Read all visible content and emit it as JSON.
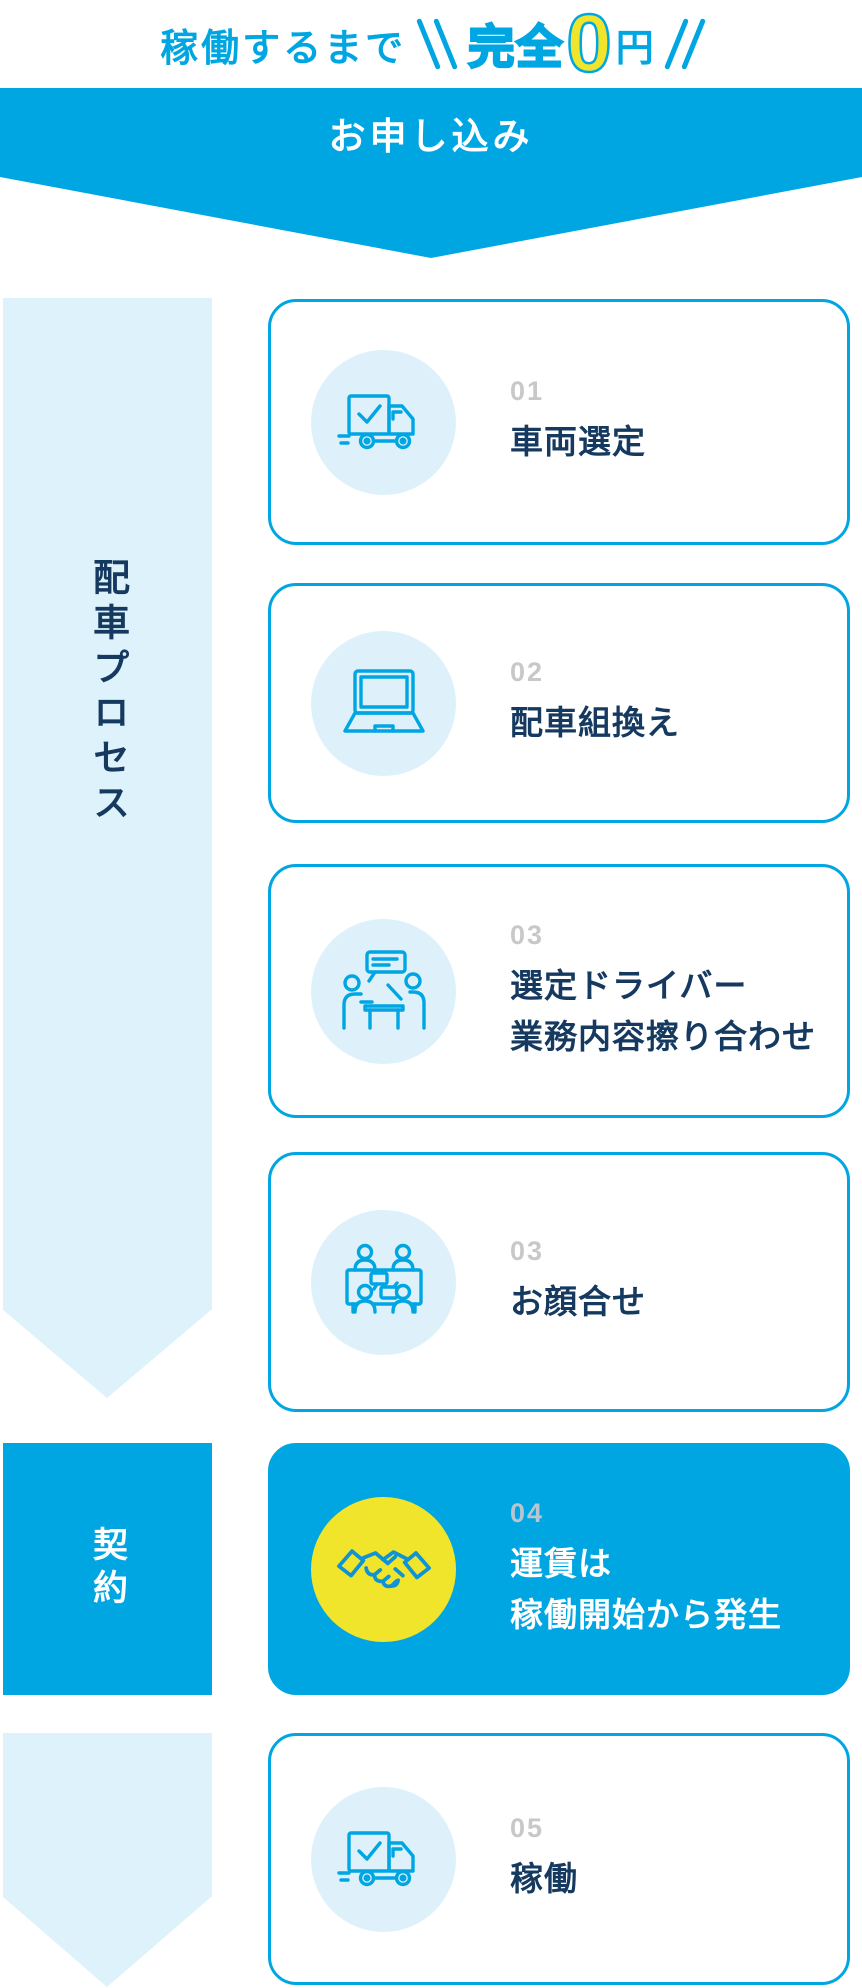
{
  "header": {
    "lead": "稼働するまで",
    "highlight": "完全",
    "zero_digit": "0",
    "unit": "円"
  },
  "banner": {
    "label": "お申し込み"
  },
  "left_rail": {
    "process_label": "配車プロセス",
    "contract_label": "契約"
  },
  "steps": [
    {
      "number": "01",
      "lines": [
        "車両選定"
      ],
      "icon": "truck-check-icon"
    },
    {
      "number": "02",
      "lines": [
        "配車組換え"
      ],
      "icon": "laptop-icon"
    },
    {
      "number": "03",
      "lines": [
        "選定ドライバー",
        "業務内容擦り合わせ"
      ],
      "icon": "discussion-icon"
    },
    {
      "number": "03",
      "lines": [
        "お顔合せ"
      ],
      "icon": "meeting-icon"
    },
    {
      "number": "04",
      "lines": [
        "運賃は",
        "稼働開始から発生"
      ],
      "icon": "handshake-icon",
      "highlighted": true
    },
    {
      "number": "05",
      "lines": [
        "稼働"
      ],
      "icon": "truck-check-icon"
    }
  ],
  "colors": {
    "primary_blue": "#00a6e2",
    "pale_blue": "#def2fc",
    "icon_circle_blue": "#def1fb",
    "navy_text": "#16395f",
    "step_number_grey": "#c8c8c8",
    "accent_yellow": "#f1e52c",
    "handshake_stroke_blue": "#0d93d6",
    "white": "#ffffff"
  }
}
